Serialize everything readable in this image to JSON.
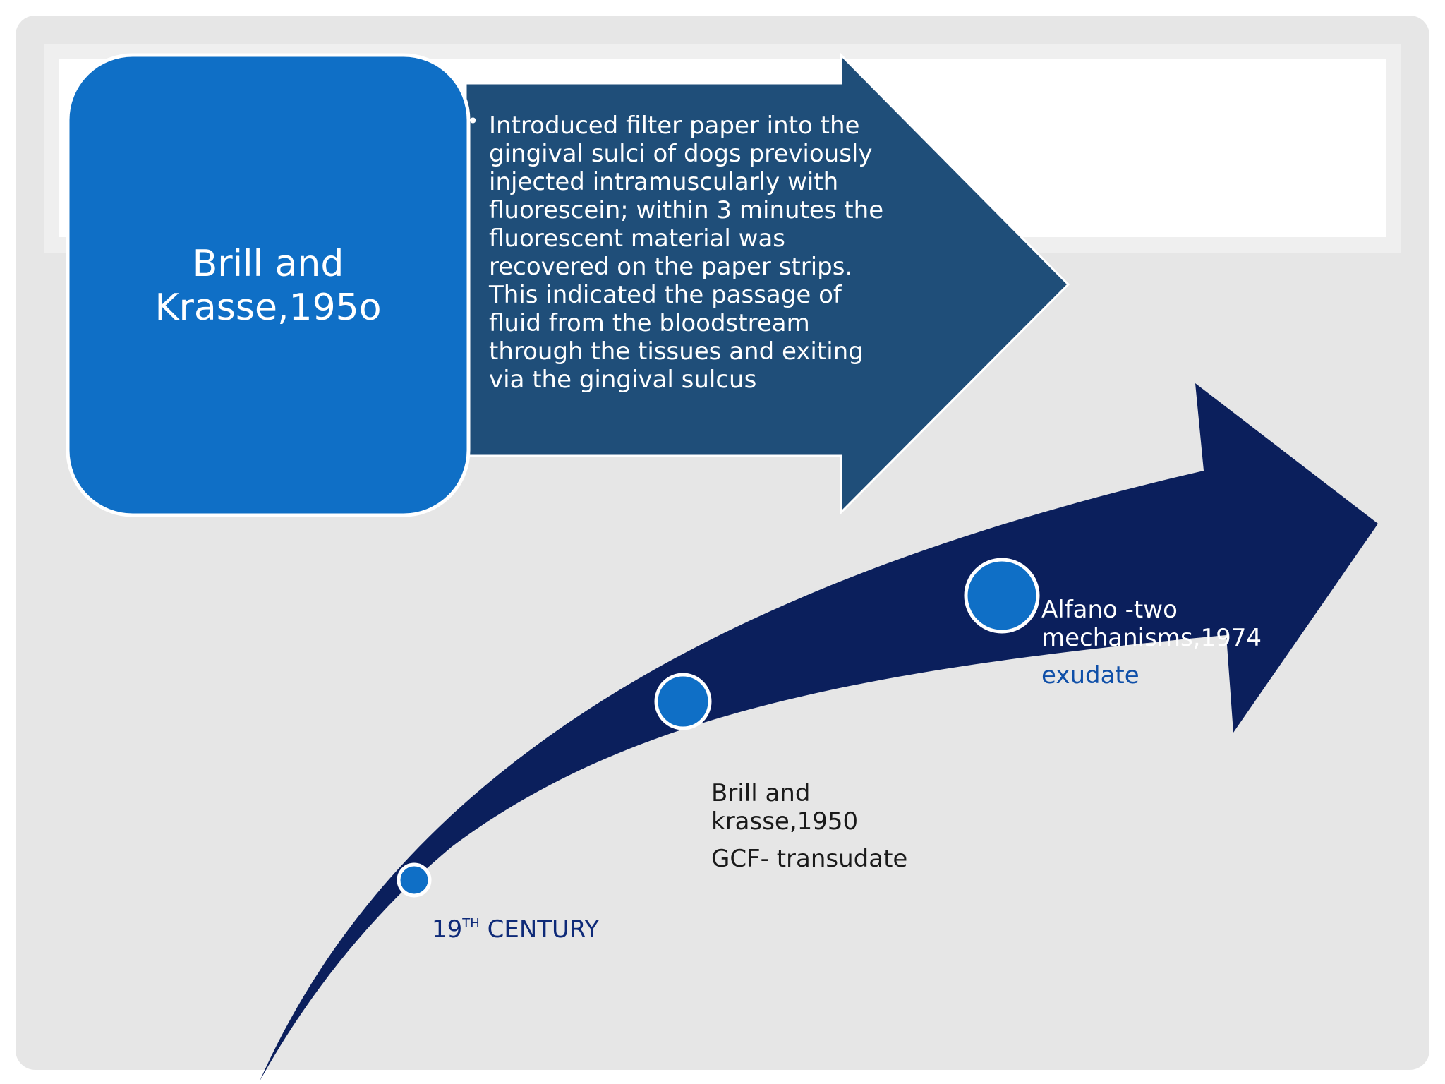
{
  "colors": {
    "background": "#e6e6e6",
    "panel": "#ffffff",
    "title_box": "#0f6fc6",
    "arrow_top": "#1f4e79",
    "arrow_curve": "#0b1f5c",
    "milestone": "#0f6fc6"
  },
  "detail": {
    "title_line1": "Brill and",
    "title_line2": "Krasse,195o",
    "description": "Introduced filter paper into the gingival sulci of dogs previously injected intramuscularly with fluorescein; within 3 minutes the fluorescent material was recovered on the paper strips. This indicated the passage of fluid from the bloodstream through the tissues and exiting via the gingival sulcus",
    "bullet": "•"
  },
  "timeline": {
    "milestones": [
      {
        "label_main": "19",
        "label_sup": "TH",
        "label_rest": " CENTURY"
      },
      {
        "line1": "Brill and",
        "line2": "krasse,1950",
        "line3": "GCF- transudate"
      },
      {
        "line1": "Alfano -two",
        "line2": "mechanisms,1974",
        "line3": "exudate"
      }
    ]
  }
}
